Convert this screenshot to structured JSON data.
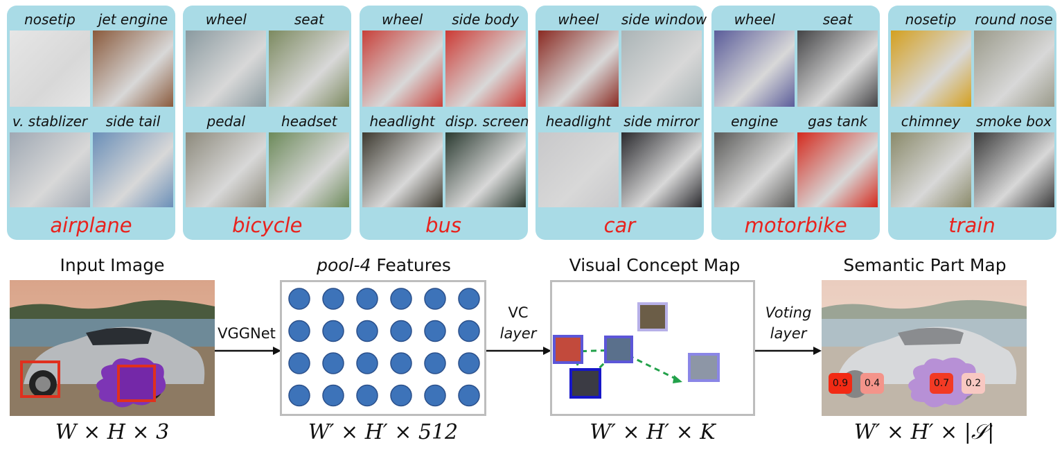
{
  "categories": [
    {
      "name": "airplane",
      "parts": [
        "nosetip",
        "jet engine",
        "v. stablizer",
        "side tail"
      ]
    },
    {
      "name": "bicycle",
      "parts": [
        "wheel",
        "seat",
        "pedal",
        "headset"
      ]
    },
    {
      "name": "bus",
      "parts": [
        "wheel",
        "side body",
        "headlight",
        "disp. screen"
      ]
    },
    {
      "name": "car",
      "parts": [
        "wheel",
        "side window",
        "headlight",
        "side mirror"
      ]
    },
    {
      "name": "motorbike",
      "parts": [
        "wheel",
        "seat",
        "engine",
        "gas tank"
      ]
    },
    {
      "name": "train",
      "parts": [
        "nosetip",
        "round nose",
        "chimney",
        "smoke box"
      ]
    }
  ],
  "pipeline": {
    "input_title": "Input Image",
    "features_title_italic": "pool-4",
    "features_title_rest": " Features",
    "vc_title": "Visual Concept Map",
    "sp_title": "Semantic Part Map",
    "arrow1": "VGGNet",
    "arrow2_line1": "VC",
    "arrow2_line2": "layer",
    "arrow3_line1": "Voting",
    "arrow3_line2": "layer",
    "dims_input": "W × H × 3",
    "dims_features": "W′ × H′ × 512",
    "dims_vc": "W′ × H′ × K",
    "dims_sp": "W′ × H′ × |𝒮|",
    "scores": [
      "0.9",
      "0.4",
      "0.7",
      "0.2"
    ]
  },
  "colors": {
    "panel_bg": "#a9dbe6",
    "category_text": "#e8231e",
    "feature_circle": "#3d73b9",
    "arrow_dashed": "#22a14a",
    "box_red": "#e0301e",
    "cloud_purple": "#7d35b5"
  }
}
